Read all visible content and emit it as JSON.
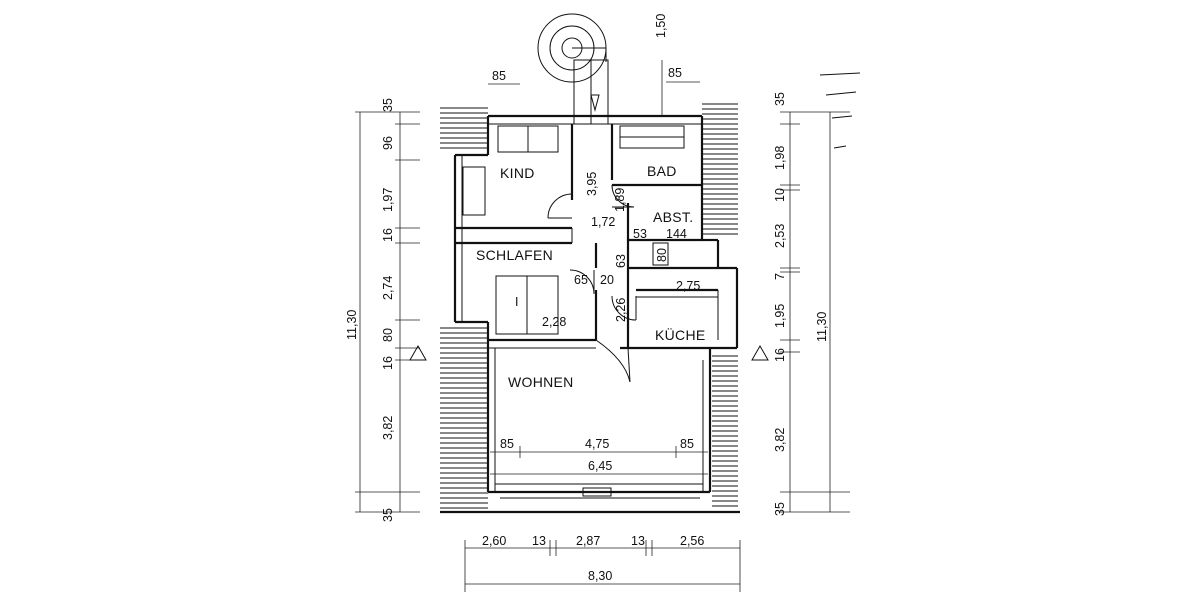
{
  "rooms": {
    "kind": "KIND",
    "bad": "BAD",
    "abst": "ABST.",
    "schlafen": "SCHLAFEN",
    "kueche": "KÜCHE",
    "wohnen": "WOHNEN"
  },
  "dimensions": {
    "top_left_85": "85",
    "top_right_85": "85",
    "stair_150": "1,50",
    "stair_395": "3,95",
    "d_172": "1,72",
    "d_189": "1,89",
    "d_53": "53",
    "d_144": "144",
    "d_63": "63",
    "d_80_small": "80",
    "d_65": "65",
    "d_20": "20",
    "d_226": "2,26",
    "d_275": "2,75",
    "d_228": "2,28",
    "bottom_85_left": "85",
    "bottom_475": "4,75",
    "bottom_85_right": "85",
    "bottom_645": "6,45",
    "foot_260": "2,60",
    "foot_13a": "13",
    "foot_287": "2,87",
    "foot_13b": "13",
    "foot_256": "2,56",
    "foot_830": "8,30",
    "left_35_top": "35",
    "left_96": "96",
    "left_197": "1,97",
    "left_16a": "16",
    "left_274": "2,74",
    "left_80": "80",
    "left_16b": "16",
    "left_382": "3,82",
    "left_35_bottom": "35",
    "left_total": "11,30",
    "right_35_top": "35",
    "right_198": "1,98",
    "right_10": "10",
    "right_253": "2,53",
    "right_7": "7",
    "right_195": "1,95",
    "right_16": "16",
    "right_382": "3,82",
    "right_35_bottom": "35",
    "right_total": "11,30",
    "small_i": "I"
  }
}
